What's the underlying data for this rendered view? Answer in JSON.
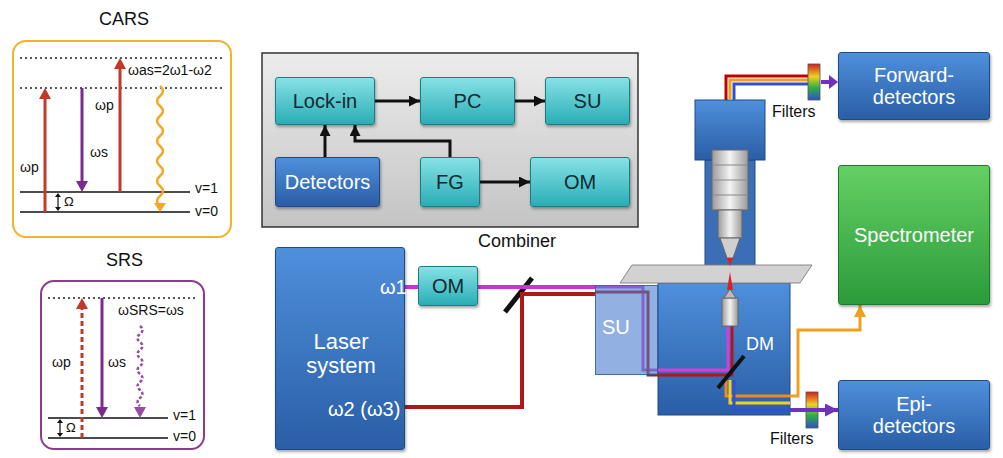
{
  "diagram": {
    "nodes": [
      {
        "text": [
          "CARS"
        ]
      },
      {
        "text": [
          "SRS"
        ]
      },
      {
        "text": [
          "Lock-in"
        ]
      },
      {
        "text": [
          "PC"
        ]
      },
      {
        "text": [
          "SU"
        ]
      },
      {
        "text": [
          "Detectors"
        ]
      },
      {
        "text": [
          "FG"
        ]
      },
      {
        "text": [
          "OM"
        ]
      },
      {
        "text": [
          "Forward- detectors"
        ]
      },
      {
        "text": [
          "Laser system",
          "ω1",
          "ω2 (ω3)"
        ]
      },
      {
        "text": [
          "OM"
        ]
      },
      {
        "text": [
          "SU"
        ]
      },
      {
        "text": [
          "DM"
        ]
      },
      {
        "text": [
          "Spectrometer"
        ]
      },
      {
        "text": [
          "Epi- detectors"
        ]
      }
    ],
    "edges": [
      {
        "from": 2,
        "to": 3,
        "arrow": "to"
      },
      {
        "from": 3,
        "to": 4,
        "arrow": "to"
      },
      {
        "from": 5,
        "to": 2,
        "arrow": "to"
      },
      {
        "from": 6,
        "to": 2,
        "arrow": "to"
      },
      {
        "from": 6,
        "to": 7,
        "arrow": "to"
      },
      {
        "from": 9,
        "to": 10,
        "arrow": "none"
      },
      {
        "from": 10,
        "to": 11,
        "arrow": "none"
      },
      {
        "from": 9,
        "to": 11,
        "arrow": "none"
      },
      {
        "from": 12,
        "to": 13,
        "arrow": "to"
      },
      {
        "from": 12,
        "to": 14,
        "arrow": "to"
      }
    ],
    "labels": [
      "ωp",
      "ωs",
      "ωp",
      "ωas=2ω1-ω2",
      "v=1",
      "Ω",
      "v=0",
      "ωp",
      "ωs",
      "ωSRS=ωs",
      "v=1",
      "Ω",
      "v=0",
      "Combiner",
      "Filters",
      "Filters"
    ]
  }
}
